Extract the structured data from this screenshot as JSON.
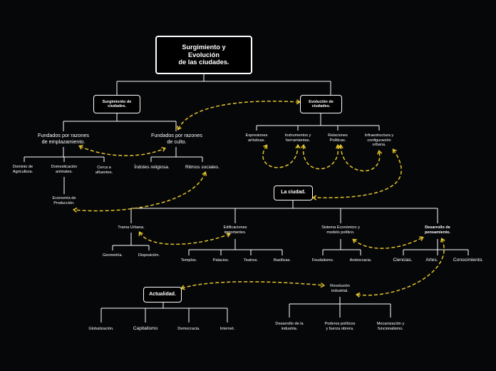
{
  "root": "Surgimiento y\nEvolución\nde las ciudades.",
  "surgimiento": {
    "title": "Surgimiento de\nciudades.",
    "emplazamiento": {
      "label": "Fundados por razones\nde emplazamiento.",
      "children": [
        "Dominio de\nAgricultura.",
        "Domesticación\nanimales.",
        "Cerca a\nafluentes."
      ],
      "sub": "Economía de\nProducción."
    },
    "culto": {
      "label": "Fundados por razones\nde culto.",
      "children": [
        "Índoles religiosa.",
        "Ritmos sociales."
      ]
    }
  },
  "evolucion": {
    "title": "Evolución de\nciudades.",
    "children": [
      "Expresiones\nartísticas.",
      "Instrumentos y\nherramientas.",
      "Relaciones\nPolíticas.",
      "Infraestructura y\nconfiguración\nurbana."
    ]
  },
  "ciudad": {
    "title": "La ciudad.",
    "trama": {
      "label": "Trama Urbana.",
      "children": [
        "Geometría.",
        "Disposición."
      ]
    },
    "edificaciones": {
      "label": "Edificaciones\nimportantes.",
      "children": [
        "Templos.",
        "Palacios.",
        "Teatros.",
        "Basílicas."
      ]
    },
    "sistema": {
      "label": "Sistema Económico y\nmodelo político.",
      "children": [
        "Feudalismo.",
        "Aristocracia."
      ]
    },
    "pensamiento": {
      "label": "Desarrollo de\npensamiento.",
      "children": [
        "Ciencias.",
        "Artes.",
        "Conocimiento."
      ]
    }
  },
  "actualidad": {
    "title": "Actualidad.",
    "children": [
      "Globalización.",
      "Capitalismo",
      "Democracia.",
      "Internet."
    ]
  },
  "revolucion": {
    "label": "Revolución\nindustrial.",
    "children": [
      "Desarrollo de la\nindustria.",
      "Poderes políticos\ny fuerza obrera.",
      "Mecanización y\nfuncionalismo."
    ]
  },
  "colors": {
    "background": "#050708",
    "line": "#ffffff",
    "link": "#e6c42e"
  }
}
